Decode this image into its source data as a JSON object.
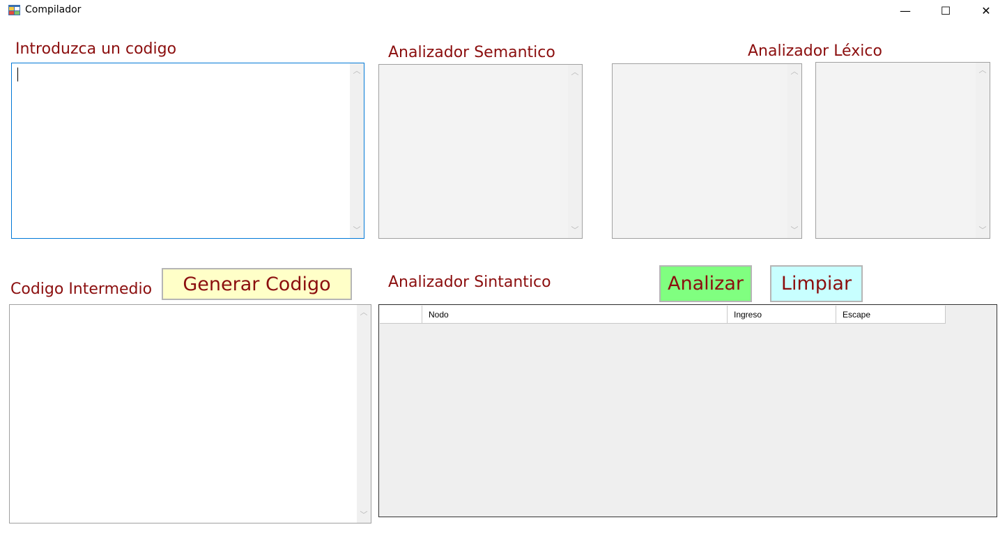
{
  "window": {
    "title": "Compilador",
    "minimize_glyph": "—",
    "maximize_glyph": "☐",
    "close_glyph": "✕"
  },
  "labels": {
    "input": "Introduzca un codigo",
    "semantic": "Analizador Semantico",
    "lexical": "Analizador Léxico",
    "intermediate": "Codigo Intermedio",
    "syntactic": "Analizador Sintantico"
  },
  "buttons": {
    "generate": "Generar Codigo",
    "analyze": "Analizar",
    "clear": "Limpiar"
  },
  "colors": {
    "label_text": "#8b0e0e",
    "generate_bg": "#ffffc8",
    "analyze_bg": "#80ff80",
    "clear_bg": "#c8ffff"
  },
  "fields": {
    "input_code": "",
    "semantic_output": "",
    "lexical_output_1": "",
    "lexical_output_2": "",
    "intermediate_output": ""
  },
  "grid": {
    "columns": [
      "",
      "Nodo",
      "Ingreso",
      "Escape"
    ],
    "rows": []
  },
  "icons": {
    "app": "app-form-icon",
    "scroll_up": "chevron-up-icon",
    "scroll_down": "chevron-down-icon"
  }
}
